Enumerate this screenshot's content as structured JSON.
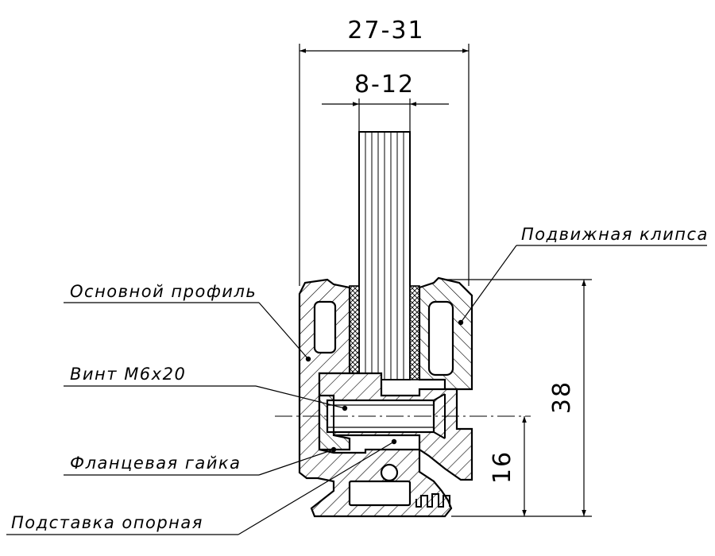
{
  "dimensions": {
    "total_width": "27-31",
    "glass_thickness": "8-12",
    "profile_height": "38",
    "axis_height": "16"
  },
  "callouts": {
    "movable_clip": "Подвижная клипса",
    "main_profile": "Основной профиль",
    "screw": "Винт М6х20",
    "flange_nut": "Фланцевая гайка",
    "support_stand": "Подставка опорная"
  }
}
